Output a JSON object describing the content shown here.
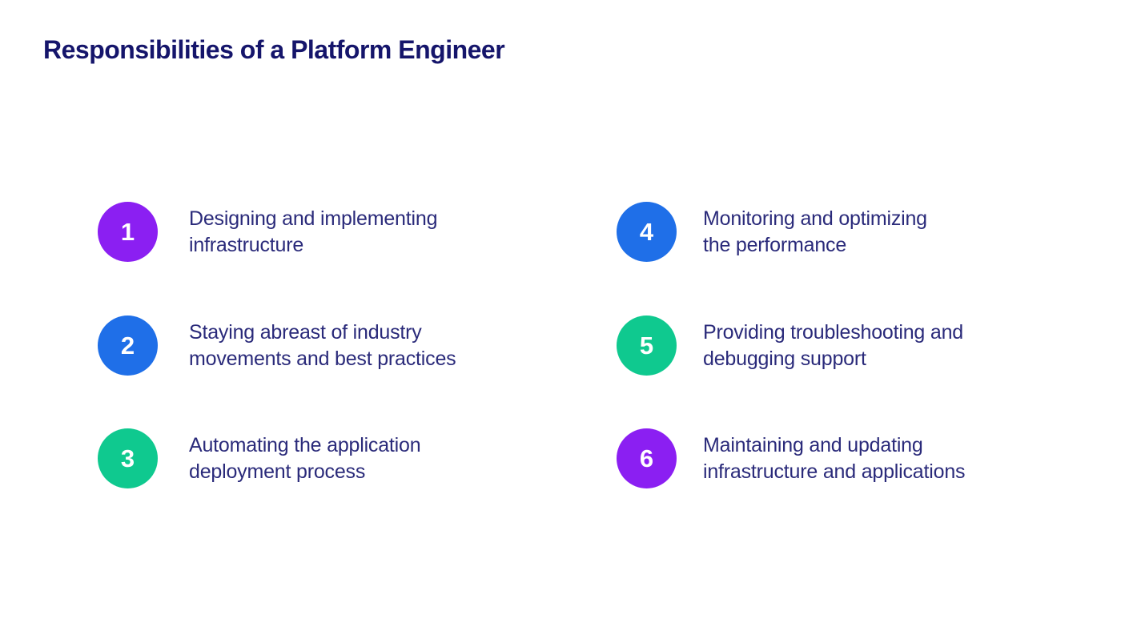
{
  "page": {
    "title": "Responsibilities of a Platform Engineer",
    "background_color": "#FFFFFF",
    "title_color": "#15156B",
    "body_text_color": "#2A2A7A",
    "badge_text_color": "#FFFFFF"
  },
  "palette": {
    "purple": "#8B1FF2",
    "blue": "#1F6FE8",
    "green": "#0FC98F"
  },
  "items": [
    {
      "number": "1",
      "color": "#8B1FF2",
      "line1": "Designing and implementing",
      "line2": "infrastructure"
    },
    {
      "number": "2",
      "color": "#1F6FE8",
      "line1": "Staying abreast of industry",
      "line2": "movements and best practices"
    },
    {
      "number": "3",
      "color": "#0FC98F",
      "line1": "Automating the application",
      "line2": "deployment process"
    },
    {
      "number": "4",
      "color": "#1F6FE8",
      "line1": "Monitoring and optimizing",
      "line2": "the performance"
    },
    {
      "number": "5",
      "color": "#0FC98F",
      "line1": "Providing troubleshooting and",
      "line2": "debugging support"
    },
    {
      "number": "6",
      "color": "#8B1FF2",
      "line1": "Maintaining and updating",
      "line2": "infrastructure and applications"
    }
  ]
}
